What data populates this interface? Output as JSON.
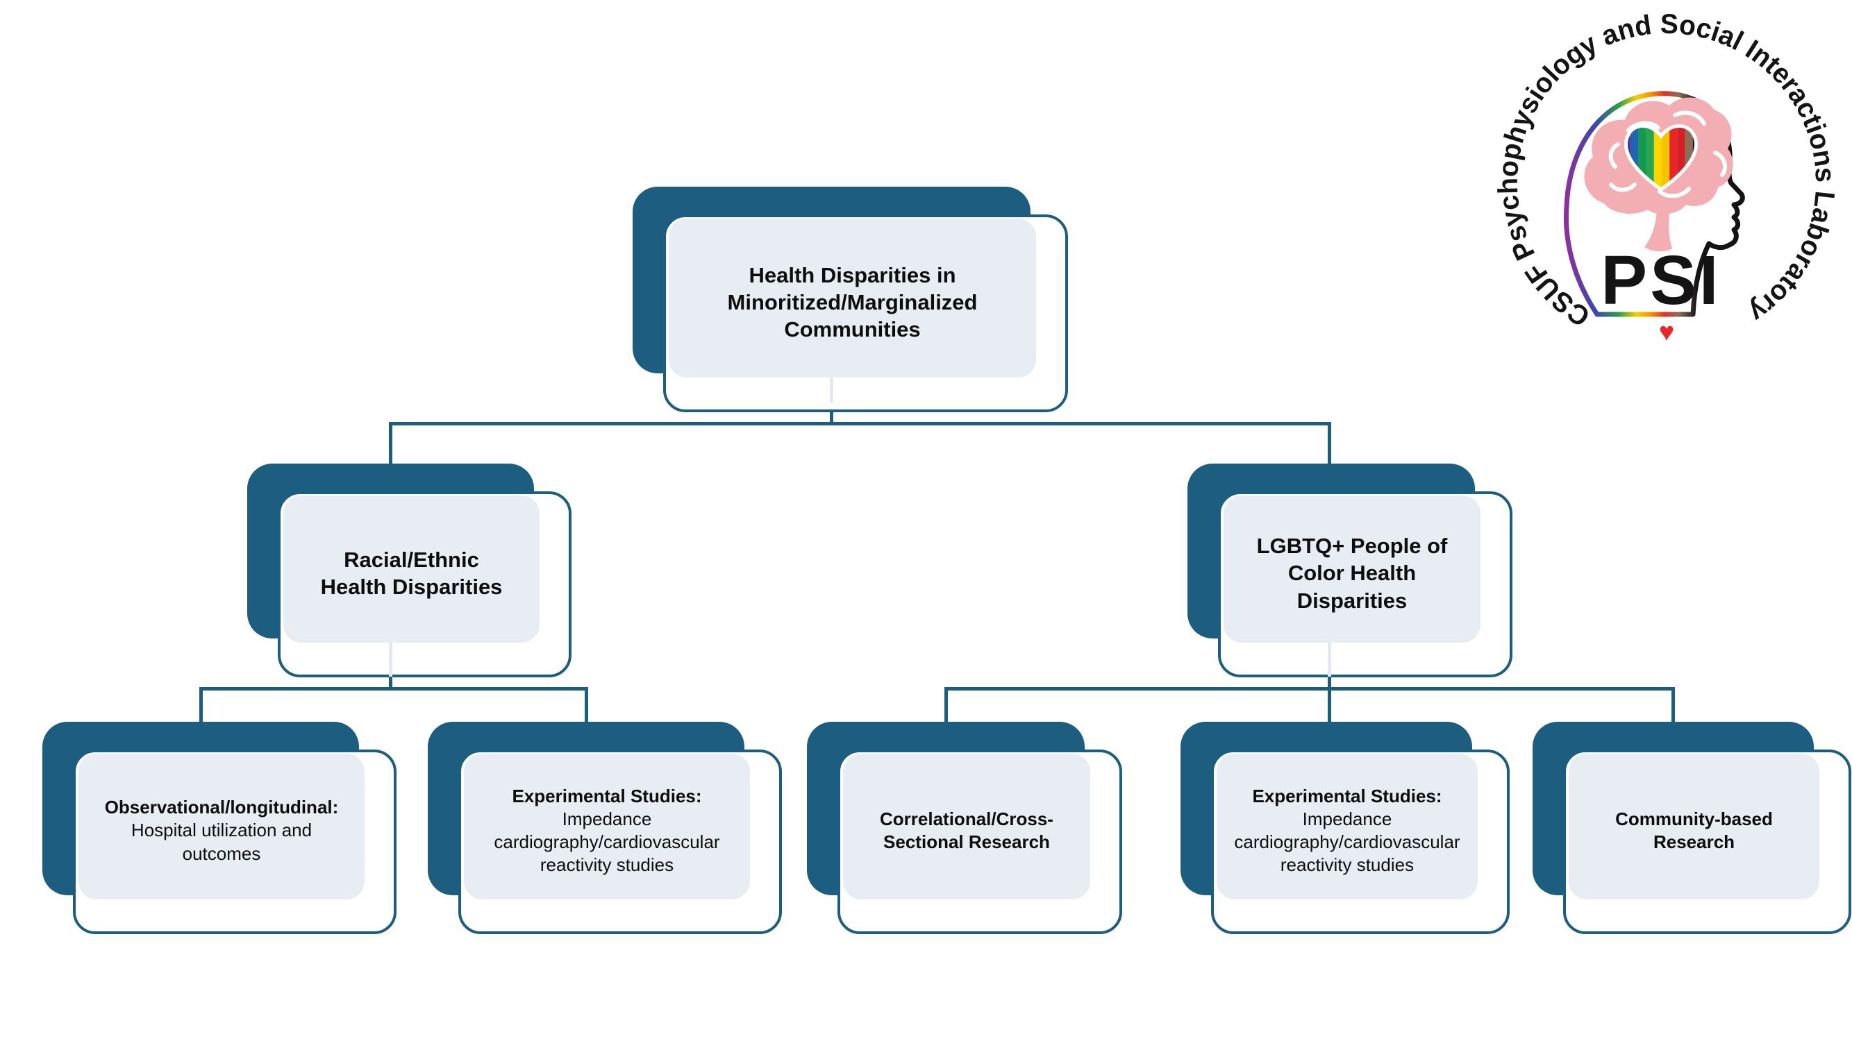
{
  "palette": {
    "teal": "#1d5e80",
    "panel_fill": "#e8edf3",
    "connector_stub_gray": "#e3e9ef",
    "text": "#0d0d0d",
    "logo_brain_pink": "#f3aeb3",
    "logo_heart_red": "#e8262a"
  },
  "diagram": {
    "root": {
      "title": "Health Disparities in\nMinoritized/Marginalized\nCommunities"
    },
    "branch_left": {
      "title": "Racial/Ethnic\nHealth Disparities"
    },
    "branch_right": {
      "title": "LGBTQ+ People of\nColor Health\nDisparities"
    },
    "leaves": [
      {
        "title": "Observational/longitudinal:",
        "body": "Hospital utilization and\noutcomes"
      },
      {
        "title": "Experimental Studies:",
        "body": "Impedance\ncardiography/cardiovascular\nreactivity studies"
      },
      {
        "title": "Correlational/Cross-\nSectional Research",
        "body": ""
      },
      {
        "title": "Experimental Studies:",
        "body": "Impedance\ncardiography/cardiovascular\nreactivity studies"
      },
      {
        "title": "Community-based\nResearch",
        "body": ""
      }
    ]
  },
  "logo": {
    "circle_text": "CSUF Psychophysiology and Social Interactions Laboratory",
    "acronym": "PSI",
    "heart_glyph": "♥"
  }
}
